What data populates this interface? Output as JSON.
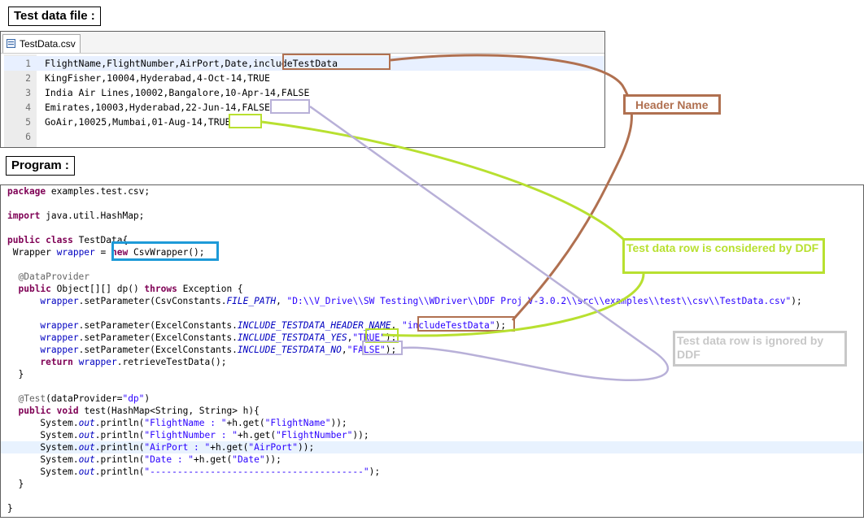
{
  "labels": {
    "test_data_file": "Test data file :",
    "program": "Program :"
  },
  "file_editor": {
    "tab_name": "TestData.csv",
    "tab_icon": "csv-file-icon",
    "lines": [
      {
        "num": "1",
        "text": "FlightName,FlightNumber,AirPort,Date,includeTestData"
      },
      {
        "num": "2",
        "text": "KingFisher,10004,Hyderabad,4-Oct-14,TRUE"
      },
      {
        "num": "3",
        "text": "India Air Lines,10002,Bangalore,10-Apr-14,FALSE"
      },
      {
        "num": "4",
        "text": "Emirates,10003,Hyderabad,22-Jun-14,FALSE"
      },
      {
        "num": "5",
        "text": "GoAir,10025,Mumbai,01-Aug-14,TRUE"
      },
      {
        "num": "6",
        "text": ""
      }
    ]
  },
  "code": {
    "l1_kw": "package",
    "l1_rest": " examples.test.csv;",
    "l2_kw": "import",
    "l2_rest": " java.util.HashMap;",
    "l3_kw1": "public",
    "l3_kw2": "class",
    "l3_rest": " TestData{",
    "l4_a": " Wrapper ",
    "l4_field": "wrapper",
    "l4_b": " = ",
    "l4_new": "new",
    "l4_c": " CsvWrapper();",
    "l5_anno": "  @DataProvider",
    "l6_kw": "public",
    "l6_a": " Object[][] dp() ",
    "l6_throws": "throws",
    "l6_b": " Exception {",
    "l7_field": "wrapper",
    "l7_a": ".setParameter(CsvConstants.",
    "l7_const": "FILE_PATH",
    "l7_b": ", ",
    "l7_str": "\"D:\\\\V_Drive\\\\SW Testing\\\\WDriver\\\\DDF Proj V-3.0.2\\\\src\\\\examples\\\\test\\\\csv\\\\TestData.csv\"",
    "l7_c": ");",
    "l8_field": "wrapper",
    "l8_a": ".setParameter(ExcelConstants.",
    "l8_const": "INCLUDE_TESTDATA_HEADER_NAME",
    "l8_b": ", ",
    "l8_str": "\"includeTestData\"",
    "l8_c": ");",
    "l9_field": "wrapper",
    "l9_a": ".setParameter(ExcelConstants.",
    "l9_const": "INCLUDE_TESTDATA_YES",
    "l9_b": ",",
    "l9_str": "\"TRUE\"",
    "l9_c": ");",
    "l10_field": "wrapper",
    "l10_a": ".setParameter(ExcelConstants.",
    "l10_const": "INCLUDE_TESTDATA_NO",
    "l10_b": ",",
    "l10_str": "\"FALSE\"",
    "l10_c": ");",
    "l11_kw": "return",
    "l11_field": "wrapper",
    "l11_rest": ".retrieveTestData();",
    "l12": "  }",
    "l13_anno": "  @Test",
    "l13_a": "(dataProvider=",
    "l13_str": "\"dp\"",
    "l13_b": ")",
    "l14_kw1": "public",
    "l14_kw2": "void",
    "l14_rest": " test(HashMap<String, String> h){",
    "p_sys": "System.",
    "p_out": "out",
    "p_println": ".println(",
    "p1_str1": "\"FlightName : \"",
    "p1_mid": "+h.get(",
    "p1_str2": "\"FlightName\"",
    "p1_end": "));",
    "p2_str1": "\"FlightNumber : \"",
    "p2_mid": "+h.get(",
    "p2_str2": "\"FlightNumber\"",
    "p2_end": "));",
    "p3_str1": "\"AirPort : \"",
    "p3_mid": "+h.get(",
    "p3_str2": "\"AirPort\"",
    "p3_end": "));",
    "p4_str1": "\"Date : \"",
    "p4_mid": "+h.get(",
    "p4_str2": "\"Date\"",
    "p4_end": "));",
    "p5_str": "\"---------------------------------------\"",
    "p5_end": ");",
    "l20": "  }",
    "l21": "}"
  },
  "callouts": {
    "header_name": "Header Name",
    "considered": "Test data row is considered by DDF",
    "ignored": "Test data row is ignored by DDF"
  },
  "colors": {
    "brown": "#b07050",
    "green": "#b8e030",
    "purple": "#b8b0d8",
    "blue": "#1e9ad8",
    "gray": "#c8c8c8"
  }
}
